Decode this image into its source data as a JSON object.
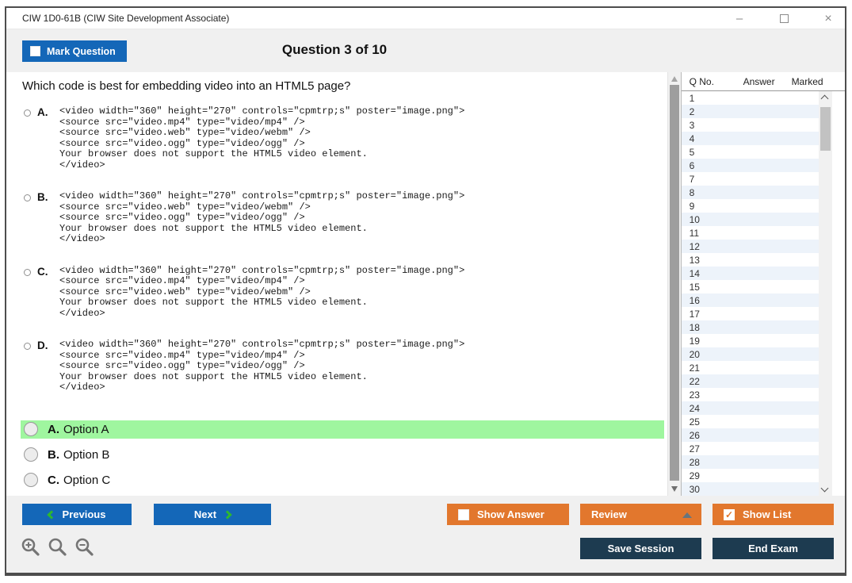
{
  "window": {
    "title": "CIW 1D0-61B (CIW Site Development Associate)",
    "minimize_icon": "–",
    "close_icon": "×"
  },
  "header": {
    "mark_question_label": "Mark Question",
    "question_counter": "Question 3 of 10"
  },
  "question": {
    "text": "Which code is best for embedding video into an HTML5 page?",
    "code_options": [
      {
        "letter": "A.",
        "lines": [
          "<video width=\"360\" height=\"270\" controls=\"cpmtrp;s\" poster=\"image.png\">",
          "<source src=\"video.mp4\" type=\"video/mp4\" />",
          "<source src=\"video.web\" type=\"video/webm\" />",
          "<source src=\"video.ogg\" type=\"video/ogg\" />",
          "Your browser does not support the HTML5 video element.",
          "</video>"
        ]
      },
      {
        "letter": "B.",
        "lines": [
          "<video width=\"360\" height=\"270\" controls=\"cpmtrp;s\" poster=\"image.png\">",
          "<source src=\"video.web\" type=\"video/webm\" />",
          "<source src=\"video.ogg\" type=\"video/ogg\" />",
          "Your browser does not support the HTML5 video element.",
          "</video>"
        ]
      },
      {
        "letter": "C.",
        "lines": [
          "<video width=\"360\" height=\"270\" controls=\"cpmtrp;s\" poster=\"image.png\">",
          "<source src=\"video.mp4\" type=\"video/mp4\" />",
          "<source src=\"video.web\" type=\"video/webm\" />",
          "Your browser does not support the HTML5 video element.",
          "</video>"
        ]
      },
      {
        "letter": "D.",
        "lines": [
          "<video width=\"360\" height=\"270\" controls=\"cpmtrp;s\" poster=\"image.png\">",
          "<source src=\"video.mp4\" type=\"video/mp4\" />",
          "<source src=\"video.ogg\" type=\"video/ogg\" />",
          "Your browser does not support the HTML5 video element.",
          "</video>"
        ]
      }
    ],
    "answer_choices": [
      {
        "letter": "A.",
        "label": "Option A",
        "highlighted": true
      },
      {
        "letter": "B.",
        "label": "Option B",
        "highlighted": false
      },
      {
        "letter": "C.",
        "label": "Option C",
        "highlighted": false
      }
    ]
  },
  "question_list": {
    "columns": [
      "Q No.",
      "Answer",
      "Marked"
    ],
    "rows": [
      "1",
      "2",
      "3",
      "4",
      "5",
      "6",
      "7",
      "8",
      "9",
      "10",
      "11",
      "12",
      "13",
      "14",
      "15",
      "16",
      "17",
      "18",
      "19",
      "20",
      "21",
      "22",
      "23",
      "24",
      "25",
      "26",
      "27",
      "28",
      "29",
      "30"
    ]
  },
  "footer": {
    "previous_label": "Previous",
    "next_label": "Next",
    "show_answer_label": "Show Answer",
    "show_answer_checked": false,
    "review_label": "Review",
    "show_list_label": "Show List",
    "show_list_checked": true,
    "show_list_check_glyph": "✓",
    "save_session_label": "Save Session",
    "end_exam_label": "End Exam"
  },
  "colors": {
    "accent_blue": "#1467b8",
    "orange": "#e2772d",
    "navy": "#1d3b50",
    "green_highlight": "#9ff69f",
    "chevron_green": "#2eb82e",
    "row_alt": "#edf3fa",
    "panel_gray": "#f0f0f0"
  }
}
